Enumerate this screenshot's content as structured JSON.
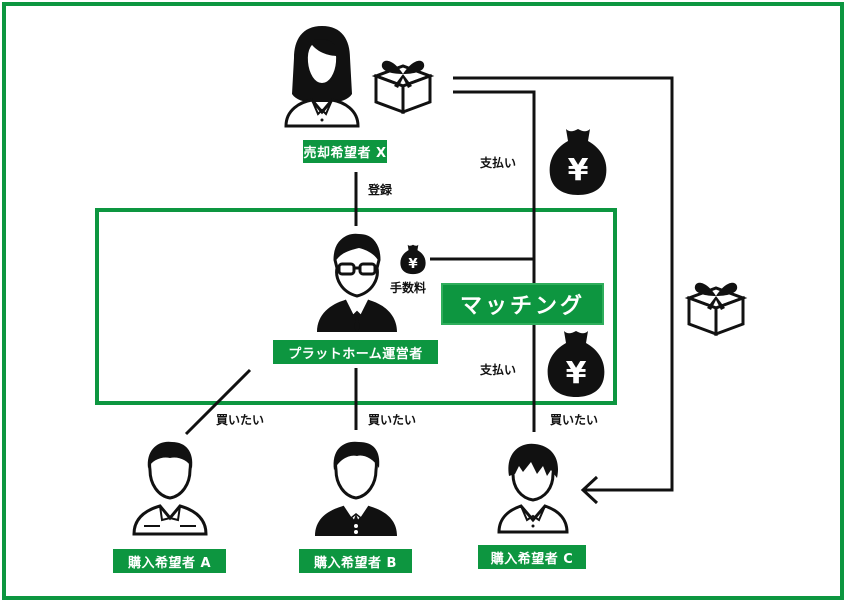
{
  "colors": {
    "accent": "#0d9640",
    "ink": "#111111",
    "background": "#ffffff"
  },
  "seller": {
    "label": "売却希望者 X",
    "icon": "woman-person-icon",
    "item_icon": "gift-box-icon"
  },
  "platform": {
    "label": "プラットホーム運営者",
    "icon": "man-glasses-person-icon",
    "fee_label": "手数料",
    "fee_icon": "money-bag-yen-icon"
  },
  "matching": {
    "label": "マッチング"
  },
  "edges": {
    "register": "登録",
    "payment_top": "支払い",
    "payment_bottom": "支払い",
    "want_a": "買いたい",
    "want_b": "買いたい",
    "want_c": "買いたい"
  },
  "buyers": [
    {
      "label": "購入希望者 A",
      "icon": "man-casual-person-icon"
    },
    {
      "label": "購入希望者 B",
      "icon": "man-suit-person-icon"
    },
    {
      "label": "購入希望者 C",
      "icon": "young-man-person-icon"
    }
  ],
  "money_symbol": "¥"
}
